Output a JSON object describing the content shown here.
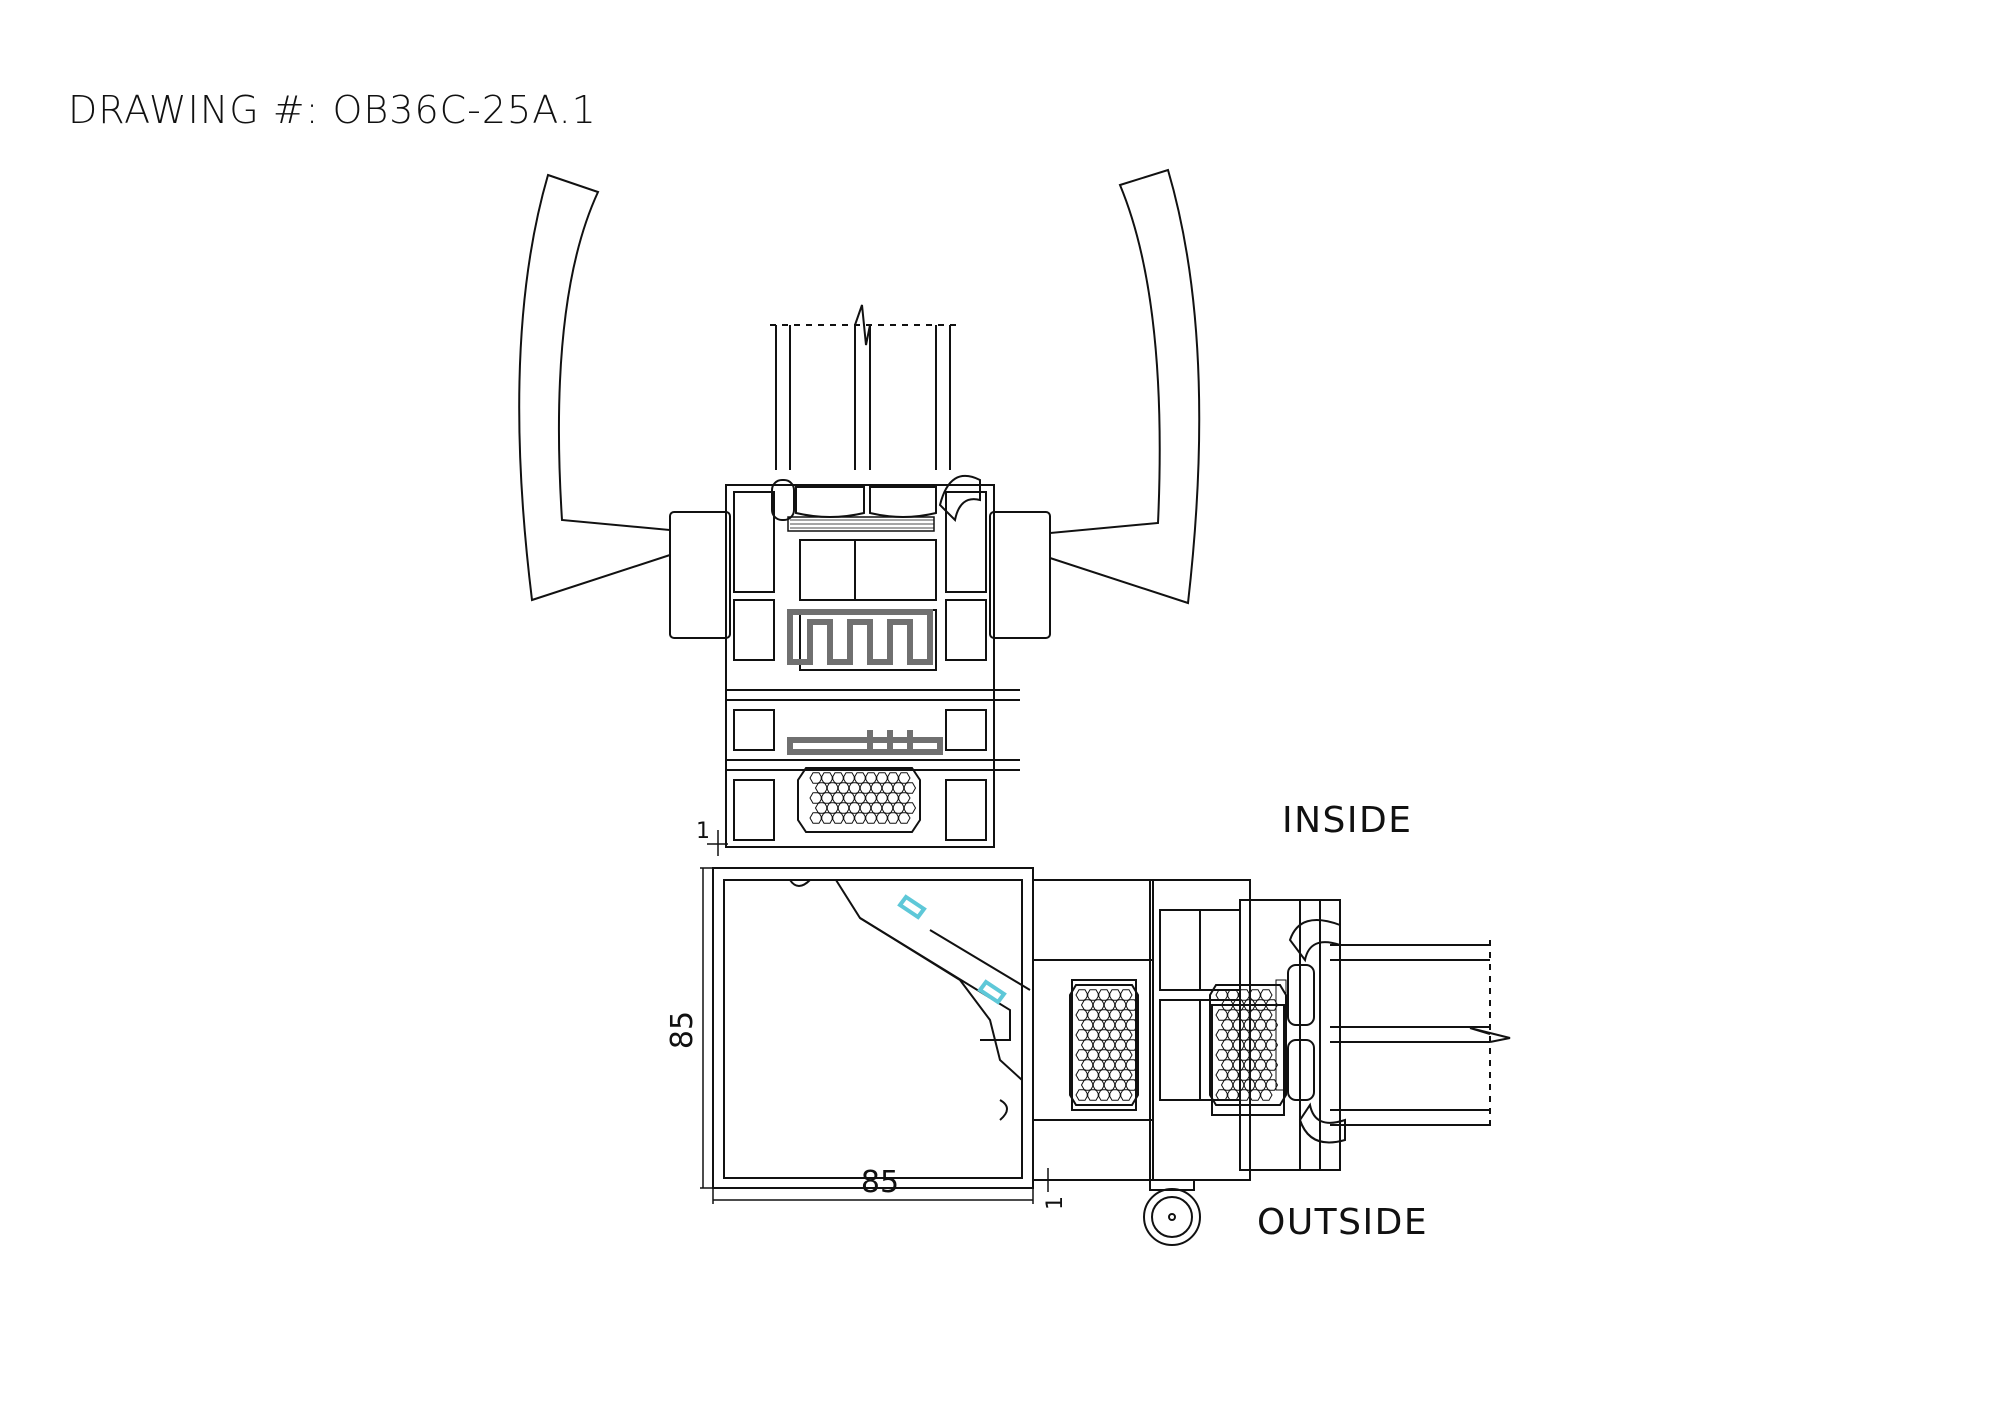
{
  "drawing": {
    "title": "DRAWING #: OB36C-25A.1",
    "inside_label": "INSIDE",
    "outside_label": "OUTSIDE"
  },
  "dimensions": {
    "height": "85",
    "width": "85",
    "gap_top": "1",
    "gap_bottom": "1"
  },
  "colors": {
    "line": "#111111",
    "thermal_break": "#707070",
    "gasket_highlight": "#5ec8d8"
  }
}
